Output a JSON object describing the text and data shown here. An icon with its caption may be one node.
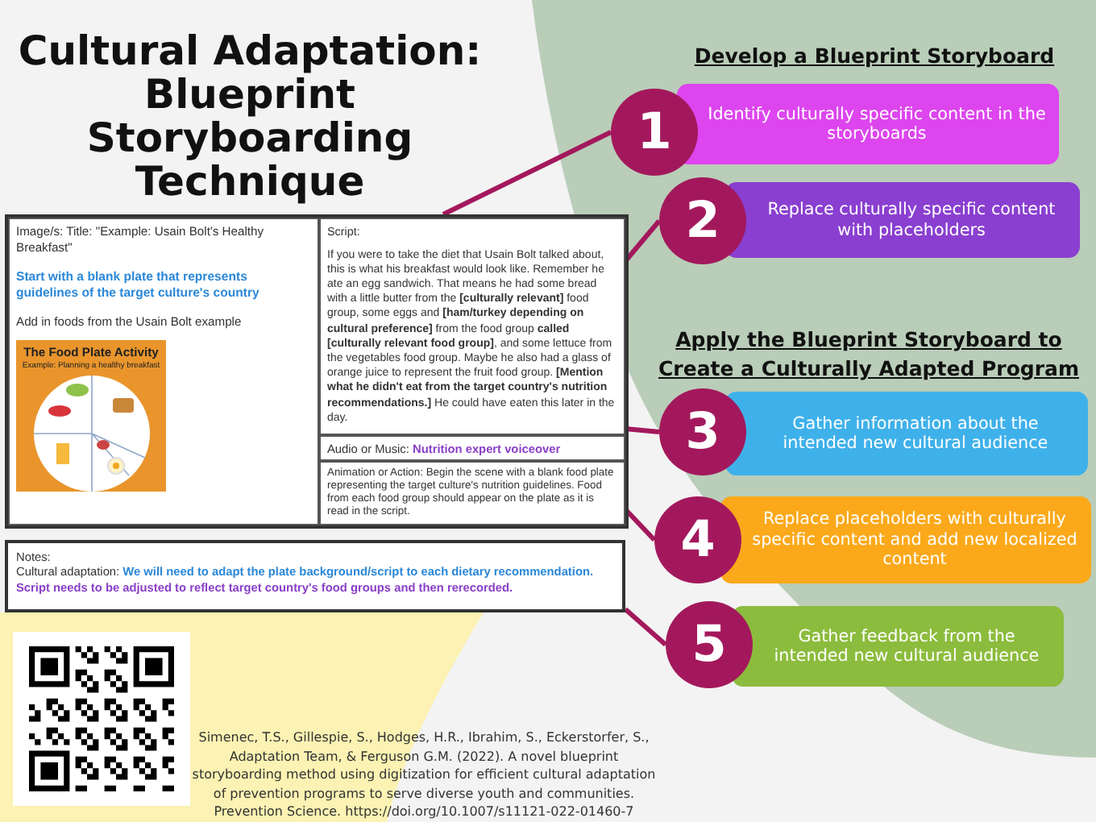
{
  "diagram": {
    "title": "Cultural Adaptation: Blueprint Storyboarding Technique",
    "nodes": [
      {
        "text": [],
        "shape": "box"
      },
      {
        "text": [
          "Image/s: Title: \"Example: Usain Bolt's Healthy Breakfast\"",
          "Start with a blank plate that represents guidelines of the target culture's country",
          "Add in foods from the Usain Bolt example"
        ],
        "in": 0
      },
      {
        "text": [
          "Script:",
          "If you were to take the diet that Usain Bolt talked about, this is what his breakfast would look like. Remember he ate an egg sandwich. That means he had some bread with a little butter from the **[culturally relevant]** food group, some eggs and **[ham/turkey depending on cultural preference]** from the food group **called [culturally relevant food group]**, and some lettuce from the vegetables food group. Maybe he also had a glass of orange juice to represent the fruit food group. **[Mention what he didn't eat from the target country's nutrition recommendations.]** He could have eaten this later in the day."
        ],
        "in": 0
      },
      {
        "text": [
          "Audio or Music:",
          "Nutrition expert voiceover"
        ],
        "in": 0
      },
      {
        "text": [
          "Animation or Action: Begin the scene with a blank food plate representing the target culture's nutrition guidelines. Food from each food group should appear on the plate as it is read in the script."
        ],
        "in": 0
      },
      {
        "text": [
          "Notes:",
          "Cultural adaptation:",
          "We will need to adapt the plate background/script to each dietary recommendation.",
          "Script needs to be adjusted to reflect target country's food groups and then rerecorded."
        ]
      },
      {
        "text": [
          "The Food Plate Activity",
          "Example: Planning a healthy breakfast"
        ],
        "in": 1
      },
      {
        "text": [
          "1",
          "Identify culturally specific content in the storyboards"
        ]
      },
      {
        "text": [
          "2",
          "Replace culturally specific content with placeholders"
        ]
      },
      {
        "text": [
          "3",
          "Gather information about the intended new cultural audience"
        ]
      },
      {
        "text": [
          "4",
          "Replace placeholders with culturally specific content and add new localized content"
        ]
      },
      {
        "text": [
          "5",
          "Gather feedback from the intended new cultural audience"
        ]
      }
    ],
    "edges": [
      {
        "from": 7,
        "to": 0,
        "arrow": "none"
      },
      {
        "from": 8,
        "to": 2,
        "arrow": "none"
      },
      {
        "from": 9,
        "to": 2,
        "arrow": "none"
      },
      {
        "from": 10,
        "to": 4,
        "arrow": "none"
      },
      {
        "from": 11,
        "to": 5,
        "arrow": "none"
      }
    ],
    "labels": [
      "Develop a Blueprint Storyboard",
      "Apply the Blueprint Storyboard to Create a Culturally Adapted Program",
      "Simenec, T.S., Gillespie, S., Hodges, H.R., Ibrahim, S., Eckerstorfer, S., Adaptation Team, & Ferguson G.M. (2022). A novel blueprint storyboarding method using digitization for efficient cultural adaptation of prevention programs to serve diverse youth and communities. Prevention Science. https://doi.org/10.1007/s11121-022-01460-7"
    ]
  }
}
